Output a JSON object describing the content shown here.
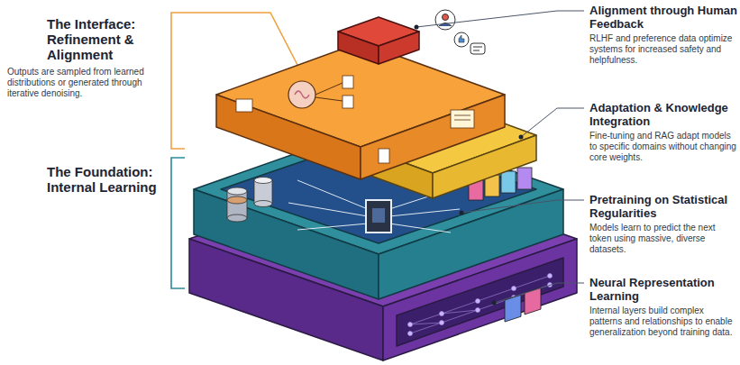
{
  "diagram": {
    "labels": [
      "The Interface: Refinement & Alignment",
      "Outputs are sampled from learned distributions or generated through iterative denoising.",
      "The Foundation: Internal Learning",
      "Alignment through Human Feedback",
      "RLHF and preference data optimize systems for increased safety and helpfulness.",
      "Adaptation & Knowledge Integration",
      "Fine-tuning and RAG adapt models to specific domains without changing core weights.",
      "Pretraining on Statistical Regularities",
      "Models learn to predict the next token using massive, diverse datasets.",
      "Neural Representation Learning",
      "Internal layers build complex patterns and relationships to enable generalization beyond training data."
    ]
  }
}
